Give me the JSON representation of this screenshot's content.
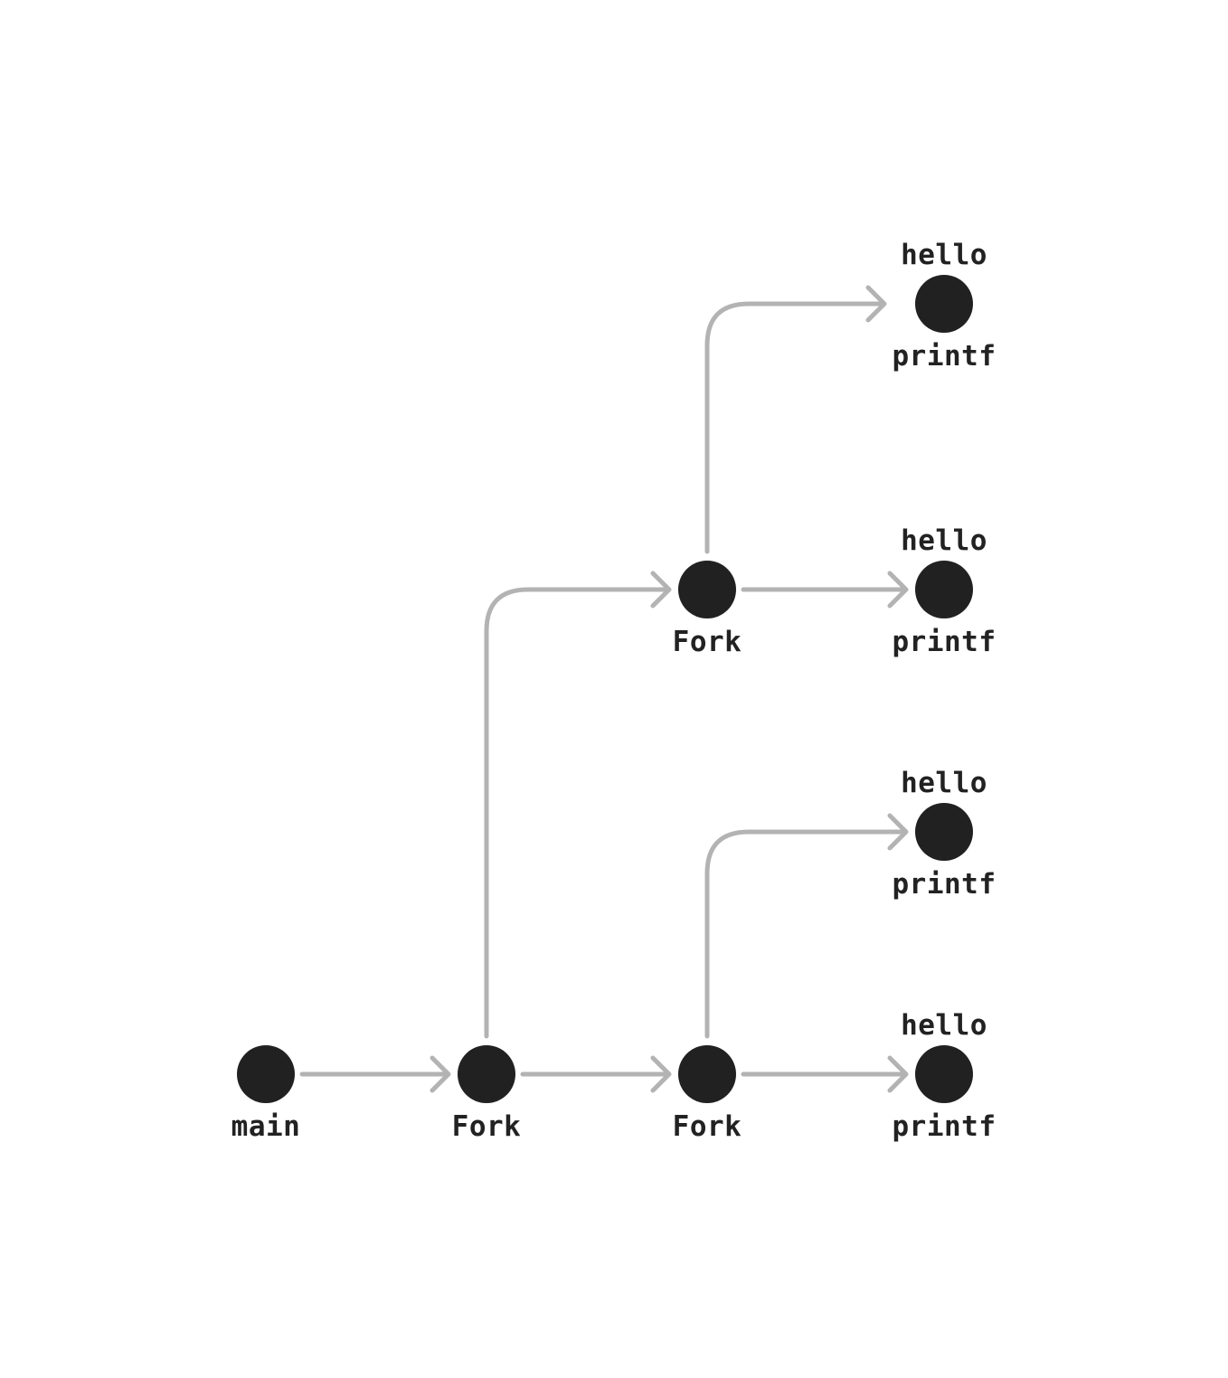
{
  "colors": {
    "node": "#212121",
    "edge": "#b3b3b3",
    "text": "#222222",
    "background": "#ffffff"
  },
  "nodes": [
    {
      "id": "main",
      "label": "main"
    },
    {
      "id": "fork1",
      "label": "Fork"
    },
    {
      "id": "fork2",
      "label": "Fork"
    },
    {
      "id": "fork3",
      "label": "Fork"
    },
    {
      "id": "printf1",
      "label": "printf",
      "output": "hello"
    },
    {
      "id": "printf2",
      "label": "printf",
      "output": "hello"
    },
    {
      "id": "printf3",
      "label": "printf",
      "output": "hello"
    },
    {
      "id": "printf4",
      "label": "printf",
      "output": "hello"
    }
  ],
  "edges": [
    {
      "from": "main",
      "to": "fork1"
    },
    {
      "from": "fork1",
      "to": "fork2"
    },
    {
      "from": "fork1",
      "to": "fork3"
    },
    {
      "from": "fork2",
      "to": "printf4"
    },
    {
      "from": "fork2",
      "to": "printf3"
    },
    {
      "from": "fork3",
      "to": "printf2"
    },
    {
      "from": "fork3",
      "to": "printf1"
    }
  ]
}
